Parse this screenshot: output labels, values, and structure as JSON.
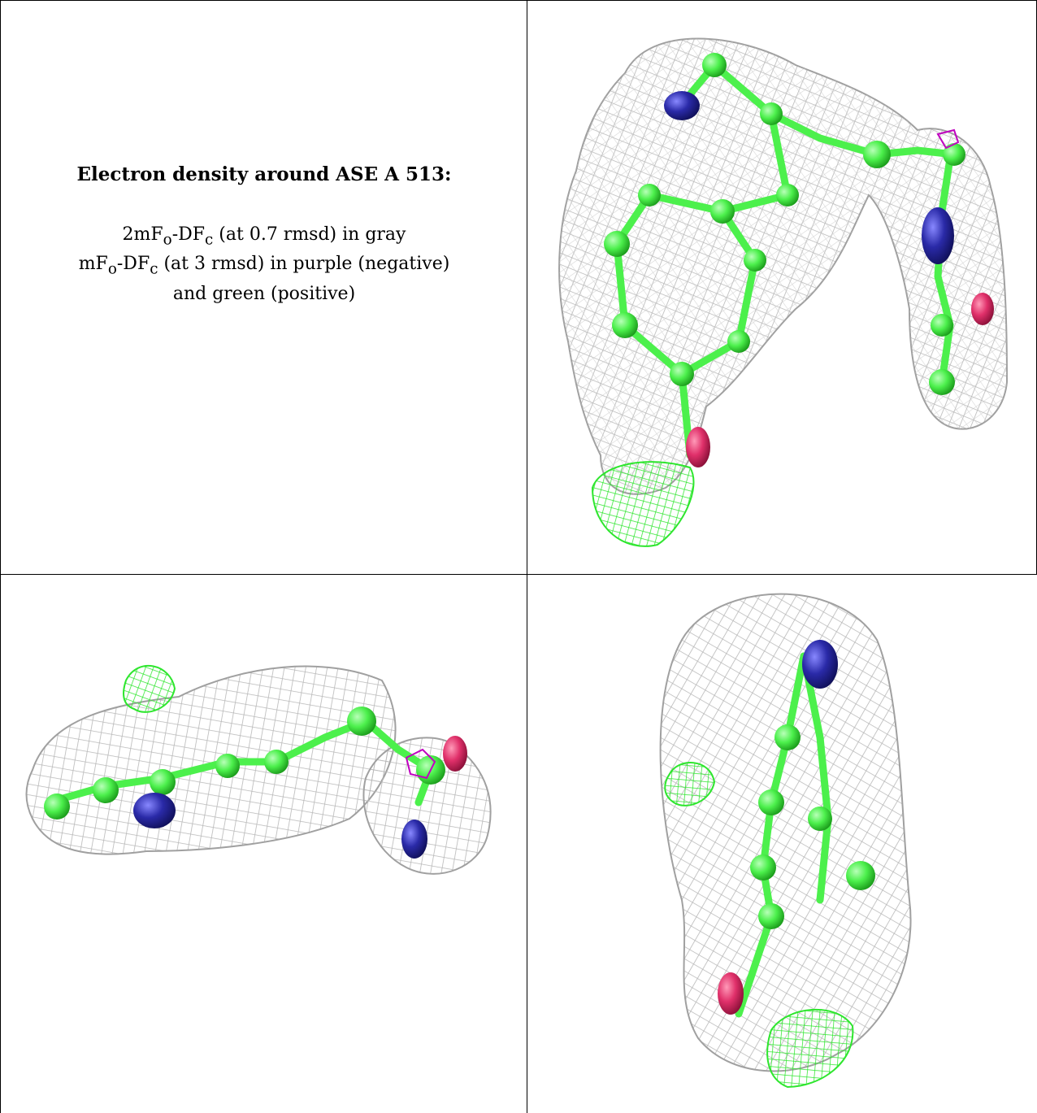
{
  "caption": {
    "title": "Electron density around ASE A 513:",
    "line1": {
      "prefix": "2mF",
      "sub1": "o",
      "mid": "-DF",
      "sub2": "c",
      "suffix": " (at 0.7 rmsd) in gray"
    },
    "line2": {
      "prefix": "mF",
      "sub1": "o",
      "mid": "-DF",
      "sub2": "c",
      "suffix": " (at 3 rmsd) in purple (negative)"
    },
    "line3": "and green (positive)"
  },
  "colors": {
    "mesh_2fofc": "#b4b4b4",
    "mesh_fofc_negative": "#c000c0",
    "mesh_fofc_positive": "#2ee62e",
    "carbon": "#4cf04c",
    "nitrogen": "#2a2aa8",
    "oxygen": "#e0306a"
  },
  "views": [
    {
      "name": "view-top-right"
    },
    {
      "name": "view-bottom-left"
    },
    {
      "name": "view-bottom-right"
    }
  ]
}
